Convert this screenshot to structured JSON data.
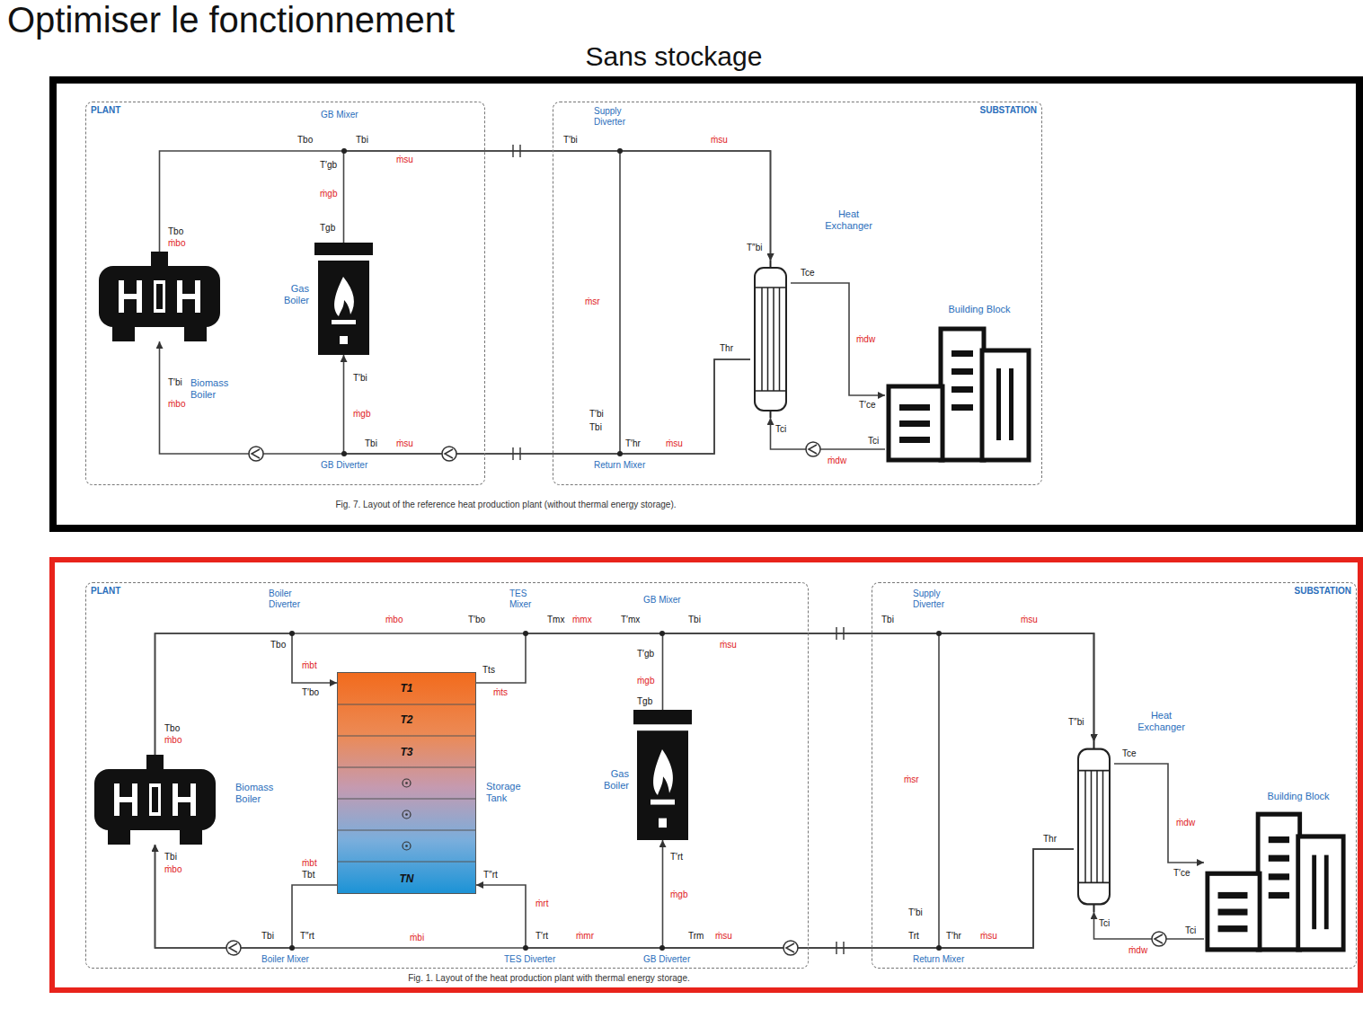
{
  "diagram": {
    "title": "Optimiser le fonctionnement",
    "nodes": [
      {
        "text": [
          "Sans stockage",
          "Fig. 7. Layout of the reference heat production plant (without thermal energy storage)."
        ]
      },
      {
        "text": [
          "PLANT"
        ],
        "in": 0
      },
      {
        "text": [
          "Biomass Boiler"
        ],
        "in": 1
      },
      {
        "text": [
          "Gas Boiler"
        ],
        "in": 1
      },
      {
        "text": [
          "SUBSTATION"
        ],
        "in": 0
      },
      {
        "text": [
          "Heat Exchanger"
        ],
        "in": 4
      },
      {
        "text": [
          "Building Block"
        ],
        "in": 4
      },
      {
        "text": [
          "Fig. 1. Layout of the heat production plant with thermal energy storage."
        ]
      },
      {
        "text": [
          "PLANT"
        ],
        "in": 7
      },
      {
        "text": [
          "Biomass Boiler"
        ],
        "in": 8
      },
      {
        "text": [
          "T1",
          "T2",
          "T3",
          "TN",
          "Storage Tank"
        ],
        "in": 8
      },
      {
        "text": [
          "Gas Boiler"
        ],
        "in": 8
      },
      {
        "text": [
          "SUBSTATION"
        ],
        "in": 7
      },
      {
        "text": [
          "Heat Exchanger"
        ],
        "in": 12
      },
      {
        "text": [
          "Building Block"
        ],
        "in": 12
      }
    ],
    "edges": [
      {
        "from": 2,
        "to": 5,
        "arrow": "to"
      },
      {
        "from": 3,
        "to": 5,
        "arrow": "to"
      },
      {
        "from": 5,
        "to": 2,
        "arrow": "to"
      },
      {
        "from": 5,
        "to": 3,
        "arrow": "to"
      },
      {
        "from": 5,
        "to": 6,
        "arrow": "to"
      },
      {
        "from": 6,
        "to": 5,
        "arrow": "to"
      },
      {
        "from": 9,
        "to": 10,
        "arrow": "to"
      },
      {
        "from": 9,
        "to": 13,
        "arrow": "to"
      },
      {
        "from": 10,
        "to": 13,
        "arrow": "to"
      },
      {
        "from": 11,
        "to": 13,
        "arrow": "to"
      },
      {
        "from": 13,
        "to": 10,
        "arrow": "to"
      },
      {
        "from": 13,
        "to": 9,
        "arrow": "to"
      },
      {
        "from": 13,
        "to": 11,
        "arrow": "to"
      },
      {
        "from": 10,
        "to": 9,
        "arrow": "to"
      },
      {
        "from": 13,
        "to": 14,
        "arrow": "to"
      },
      {
        "from": 14,
        "to": 13,
        "arrow": "to"
      }
    ],
    "labels": [
      "GB Mixer",
      "Tbo",
      "Tbi",
      "ṁsu",
      "T′gb",
      "ṁgb",
      "Tgb",
      "Tbo",
      "ṁbo",
      "T′bi",
      "ṁbo",
      "T′bi",
      "ṁgb",
      "Tbi",
      "ṁsu",
      "GB Diverter",
      "Supply Diverter",
      "T′bi",
      "ṁsu",
      "ṁsr",
      "T″bi",
      "Tce",
      "ṁdw",
      "Thr",
      "T′ce",
      "Tci",
      "ṁdw",
      "Tci",
      "T′bi",
      "Tbi",
      "T′hr",
      "ṁsu",
      "Return Mixer",
      "Boiler Diverter",
      "Tbo",
      "ṁbo",
      "T′bo",
      "TES Mixer",
      "Tmx",
      "ṁmx",
      "T′mx",
      "GB Mixer",
      "Tbi",
      "ṁsu",
      "ṁbt",
      "T′bo",
      "Tts",
      "ṁts",
      "T′gb",
      "ṁgb",
      "Tgb",
      "Tbo",
      "ṁbo",
      "Tbi",
      "ṁbo",
      "ṁbt",
      "Tbt",
      "T″rt",
      "ṁrt",
      "Tbi",
      "T″rt",
      "ṁbi",
      "Boiler Mixer",
      "T′rt",
      "ṁmr",
      "TES Diverter",
      "T′rt",
      "ṁgb",
      "Trm",
      "ṁsu",
      "GB Diverter",
      "Supply Diverter",
      "Tbi",
      "ṁsu",
      "ṁsr",
      "T″bi",
      "Tce",
      "ṁdw",
      "Thr",
      "T′ce",
      "Tci",
      "ṁdw",
      "Tci",
      "T′bi",
      "Trt",
      "T′hr",
      "ṁsu",
      "Return Mixer"
    ]
  }
}
